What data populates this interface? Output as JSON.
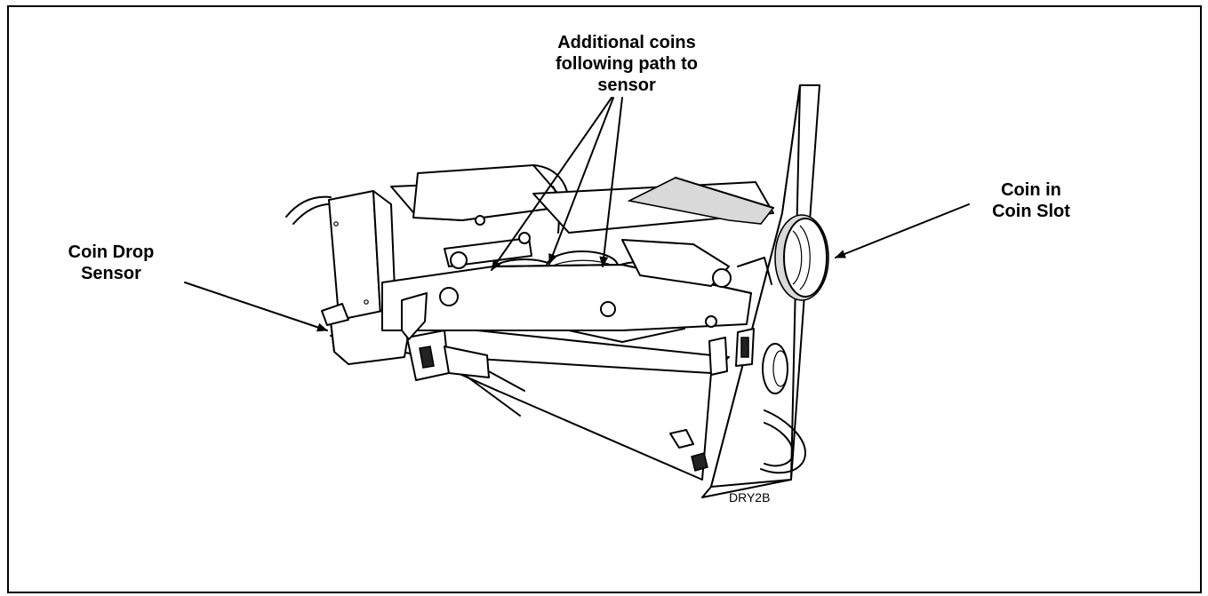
{
  "labels": {
    "additional_coins": [
      "Additional coins",
      "following path to",
      "sensor"
    ],
    "coin_in_slot": [
      "Coin in",
      "Coin Slot"
    ],
    "coin_drop_sensor": [
      "Coin Drop",
      "Sensor"
    ],
    "figure_code": "DRY2B"
  }
}
